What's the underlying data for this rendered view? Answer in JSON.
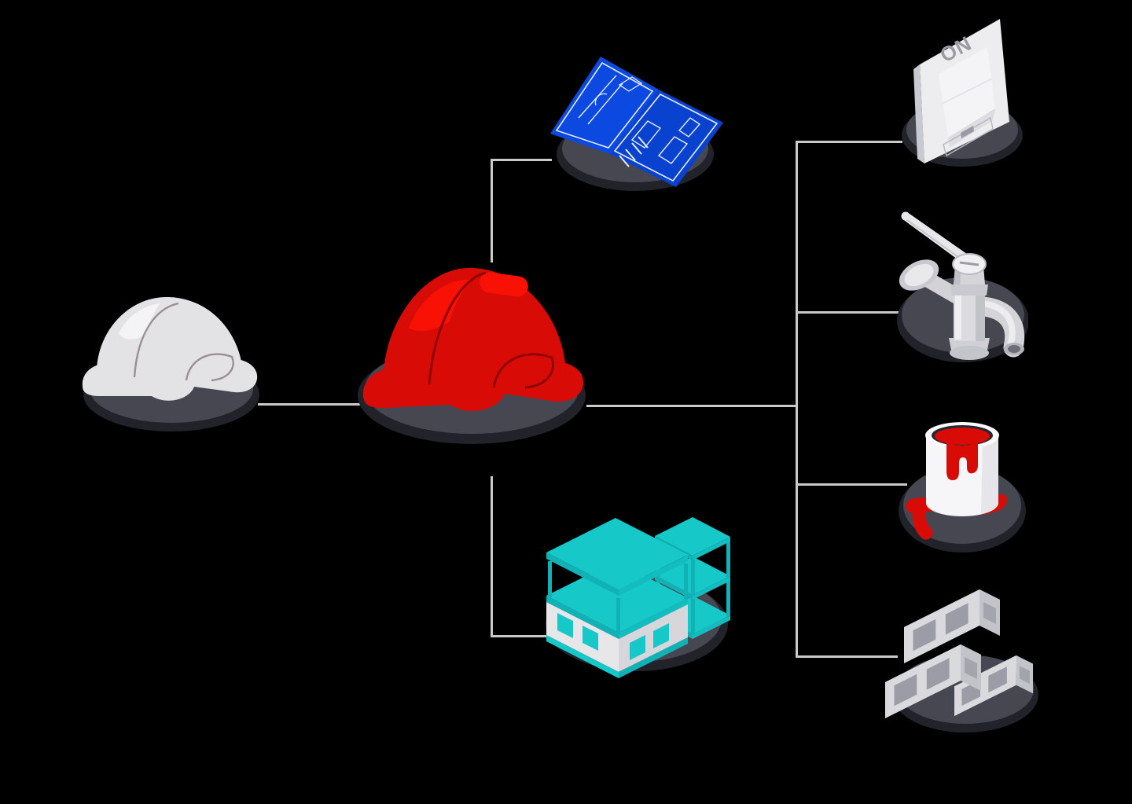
{
  "palette": {
    "background": "#000000",
    "connector": "#c9c9c9",
    "base-top": "#474752",
    "base-side": "#22222a",
    "hat-red": "#d90b06",
    "hat-red-bright": "#f81104",
    "hat-red-crease": "#8f0404",
    "hat-white": "#e3e3e6",
    "hat-white-hi": "#f5f5f7",
    "hat-white-crease": "#8d8084",
    "blueprint-blue": "#0b49e0",
    "blueprint-blue-2": "#0a42d0",
    "blueprint-line": "#e6edfe",
    "teal": "#17c8c8",
    "teal-dark": "#10b2b6",
    "teal-mid": "#13bcbf",
    "wall-white": "#e7e7e9",
    "wall-shade": "#d7d7db",
    "switch-plate": "#ededf0",
    "switch-side": "#c9c9d1",
    "switch-text": "#9b9ba3",
    "metal": "#d4d4d9",
    "metal-light": "#efeff2",
    "metal-dark": "#b5b5bd",
    "paint-red": "#d90b06",
    "can-white": "#f6f6f8",
    "block-top": "#f1f1f3",
    "block-front": "#dadade",
    "block-side": "#c3c3ca",
    "block-hole": "#9c9ca6"
  },
  "nodes": [
    {
      "id": "white-hard-hat",
      "icon": "white-hard-hat-icon",
      "label": ""
    },
    {
      "id": "red-hard-hat",
      "icon": "red-hard-hat-icon",
      "label": ""
    },
    {
      "id": "blueprint",
      "icon": "blueprint-icon",
      "label": ""
    },
    {
      "id": "building-frame",
      "icon": "building-icon",
      "label": ""
    },
    {
      "id": "light-switch",
      "icon": "light-switch-icon",
      "label": "ON"
    },
    {
      "id": "water-tap",
      "icon": "water-tap-icon",
      "label": ""
    },
    {
      "id": "paint-can",
      "icon": "paint-can-icon",
      "label": ""
    },
    {
      "id": "concrete-blocks",
      "icon": "concrete-blocks-icon",
      "label": ""
    }
  ],
  "edges": [
    {
      "from": "white-hard-hat",
      "to": "red-hard-hat"
    },
    {
      "from": "red-hard-hat",
      "to": "blueprint"
    },
    {
      "from": "red-hard-hat",
      "to": "building-frame"
    },
    {
      "from": "red-hard-hat",
      "to": "light-switch"
    },
    {
      "from": "red-hard-hat",
      "to": "water-tap"
    },
    {
      "from": "red-hard-hat",
      "to": "paint-can"
    },
    {
      "from": "red-hard-hat",
      "to": "concrete-blocks"
    }
  ]
}
